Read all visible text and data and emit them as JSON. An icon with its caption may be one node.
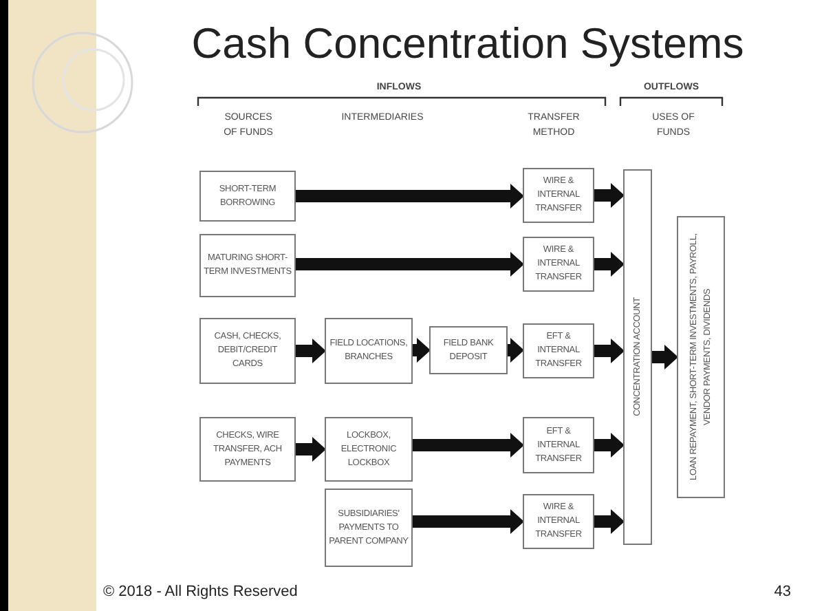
{
  "diagram": {
    "title": "Cash Concentration Systems",
    "nodes": [
      {
        "text": [
          "SHORT-TERM BORROWING"
        ]
      },
      {
        "text": [
          "WIRE & INTERNAL TRANSFER"
        ]
      },
      {
        "text": [
          "MATURING SHORT-TERM INVESTMENTS"
        ]
      },
      {
        "text": [
          "WIRE & INTERNAL TRANSFER"
        ]
      },
      {
        "text": [
          "CASH, CHECKS, DEBIT/CREDIT CARDS"
        ]
      },
      {
        "text": [
          "FIELD LOCATIONS, BRANCHES"
        ]
      },
      {
        "text": [
          "FIELD BANK DEPOSIT"
        ]
      },
      {
        "text": [
          "EFT & INTERNAL TRANSFER"
        ]
      },
      {
        "text": [
          "CHECKS, WIRE TRANSFER, ACH PAYMENTS"
        ]
      },
      {
        "text": [
          "LOCKBOX, ELECTRONIC LOCKBOX"
        ]
      },
      {
        "text": [
          "EFT & INTERNAL TRANSFER"
        ]
      },
      {
        "text": [
          "SUBSIDIARIES' PAYMENTS TO PARENT COMPANY"
        ]
      },
      {
        "text": [
          "WIRE & INTERNAL TRANSFER"
        ]
      },
      {
        "text": [
          "CONCENTRATION ACCOUNT"
        ]
      },
      {
        "text": [
          "LOAN REPAYMENT, SHORT-TERM INVESTMENTS, PAYROLL, VENDOR PAYMENTS, DIVIDENDS"
        ]
      }
    ],
    "edges": [
      {
        "from": 0,
        "to": 1,
        "arrow": "to"
      },
      {
        "from": 1,
        "to": 13,
        "arrow": "to"
      },
      {
        "from": 2,
        "to": 3,
        "arrow": "to"
      },
      {
        "from": 3,
        "to": 13,
        "arrow": "to"
      },
      {
        "from": 4,
        "to": 5,
        "arrow": "to"
      },
      {
        "from": 5,
        "to": 6,
        "arrow": "to"
      },
      {
        "from": 6,
        "to": 7,
        "arrow": "to"
      },
      {
        "from": 7,
        "to": 13,
        "arrow": "to"
      },
      {
        "from": 8,
        "to": 9,
        "arrow": "to"
      },
      {
        "from": 9,
        "to": 10,
        "arrow": "to"
      },
      {
        "from": 10,
        "to": 13,
        "arrow": "to"
      },
      {
        "from": 11,
        "to": 12,
        "arrow": "to"
      },
      {
        "from": 12,
        "to": 13,
        "arrow": "to"
      },
      {
        "from": 13,
        "to": 14,
        "arrow": "to"
      }
    ],
    "labels": [
      "INFLOWS",
      "OUTFLOWS",
      "SOURCES OF FUNDS",
      "INTERMEDIARIES",
      "TRANSFER METHOD",
      "USES OF FUNDS",
      "© 2018 - All Rights Reserved",
      "43"
    ]
  }
}
